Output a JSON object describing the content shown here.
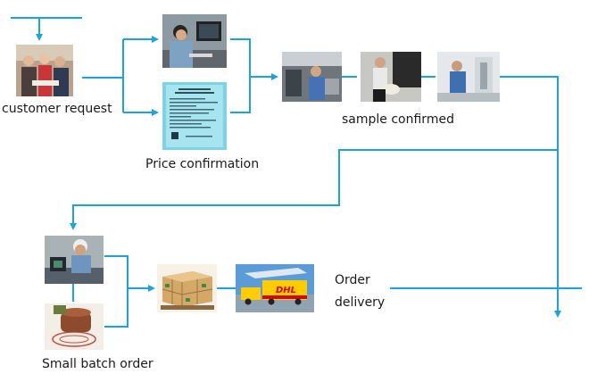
{
  "labels": {
    "customer_request": "customer request",
    "price_confirmation": "Price confirmation",
    "sample_confirmed": "sample confirmed",
    "small_batch_order": "Small batch order",
    "order_delivery_line1": "Order",
    "order_delivery_line2": "delivery"
  },
  "logos": {
    "dhl": "DHL"
  },
  "colors": {
    "connector": "#1aa3df",
    "text": "#1a1a1a",
    "background": "#ffffff"
  }
}
